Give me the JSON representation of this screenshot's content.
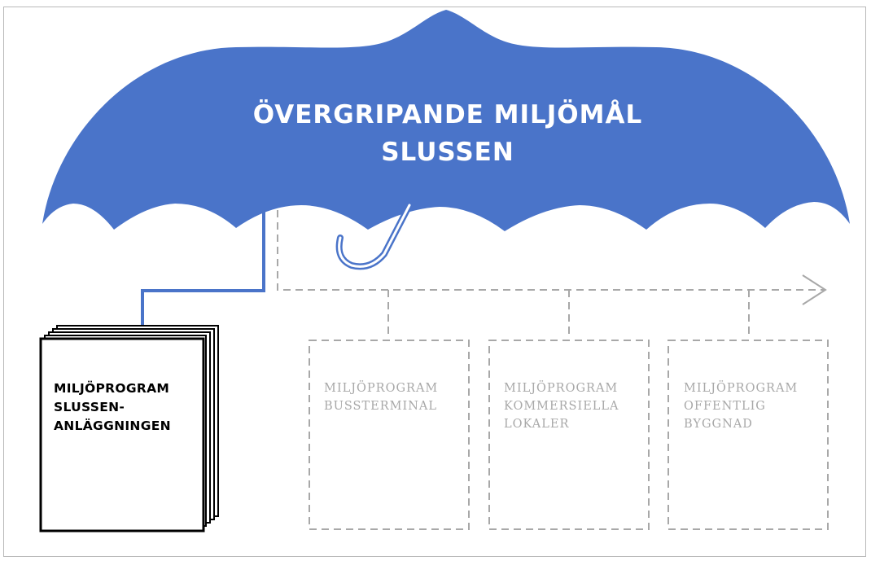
{
  "umbrella": {
    "title_line1": "ÖVERGRIPANDE MILJÖMÅL",
    "title_line2": "SLUSSEN",
    "color": "#4a74c9"
  },
  "active_program": {
    "line1": "MILJÖPROGRAM",
    "line2": "SLUSSEN-",
    "line3": "ANLÄGGNINGEN"
  },
  "future_programs": [
    {
      "line1": "MILJÖPROGRAM",
      "line2": "BUSSTERMINAL"
    },
    {
      "line1": "MILJÖPROGRAM",
      "line2": "KOMMERSIELLA",
      "line3": "LOKALER"
    },
    {
      "line1": "MILJÖPROGRAM",
      "line2": "OFFENTLIG",
      "line3": "BYGGNAD"
    }
  ],
  "colors": {
    "connector_blue": "#4a74c9",
    "dashed_gray": "#a8a8a8"
  }
}
